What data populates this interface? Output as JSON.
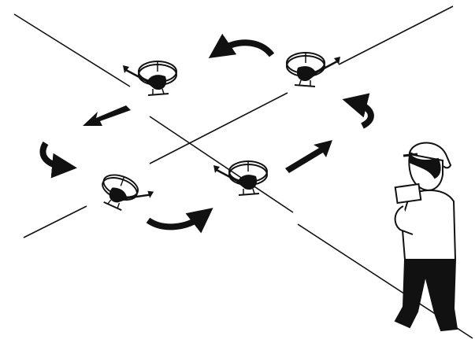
{
  "diagram": {
    "colors": {
      "ink": "#111111",
      "paper": "#ffffff"
    },
    "figures": [
      {
        "name": "helicopter-hover-left",
        "icon": "rc-helicopter-icon"
      },
      {
        "name": "helicopter-hover-top",
        "icon": "rc-helicopter-icon"
      },
      {
        "name": "helicopter-hover-bottom-left",
        "icon": "rc-helicopter-icon"
      },
      {
        "name": "helicopter-hover-bottom-center",
        "icon": "rc-helicopter-icon"
      },
      {
        "name": "pilot",
        "icon": "person-with-remote-icon"
      }
    ],
    "arrows": [
      "straight",
      "straight",
      "straight",
      "curved",
      "curved",
      "curved",
      "curved"
    ]
  }
}
